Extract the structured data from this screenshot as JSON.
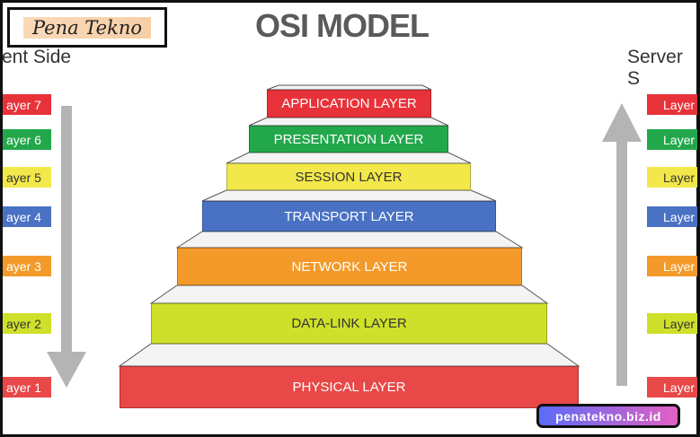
{
  "title": "OSI MODEL",
  "client_side": "ent Side",
  "server_side": "Server S",
  "layers": [
    {
      "label": "APPLICATION LAYER",
      "color": "#e8323a"
    },
    {
      "label": "PRESENTATION LAYER",
      "color": "#22a84a"
    },
    {
      "label": "SESSION LAYER",
      "color": "#f2e84a"
    },
    {
      "label": "TRANSPORT LAYER",
      "color": "#4a72c4"
    },
    {
      "label": "NETWORK LAYER",
      "color": "#f39a2a"
    },
    {
      "label": "DATA-LINK LAYER",
      "color": "#cfe02a"
    },
    {
      "label": "PHYSICAL LAYER",
      "color": "#e84848"
    }
  ],
  "client_tags": [
    "ayer 7",
    "ayer 6",
    "ayer 5",
    "ayer 4",
    "ayer 3",
    "ayer 2",
    "ayer 1"
  ],
  "server_tags": [
    "Layer",
    "Layer",
    "Layer",
    "Layer",
    "Layer",
    "Layer",
    "Layer"
  ],
  "client_arrow": "down",
  "server_arrow": "up",
  "logo": "Pena Tekno",
  "watermark": "penatekno.biz.id"
}
